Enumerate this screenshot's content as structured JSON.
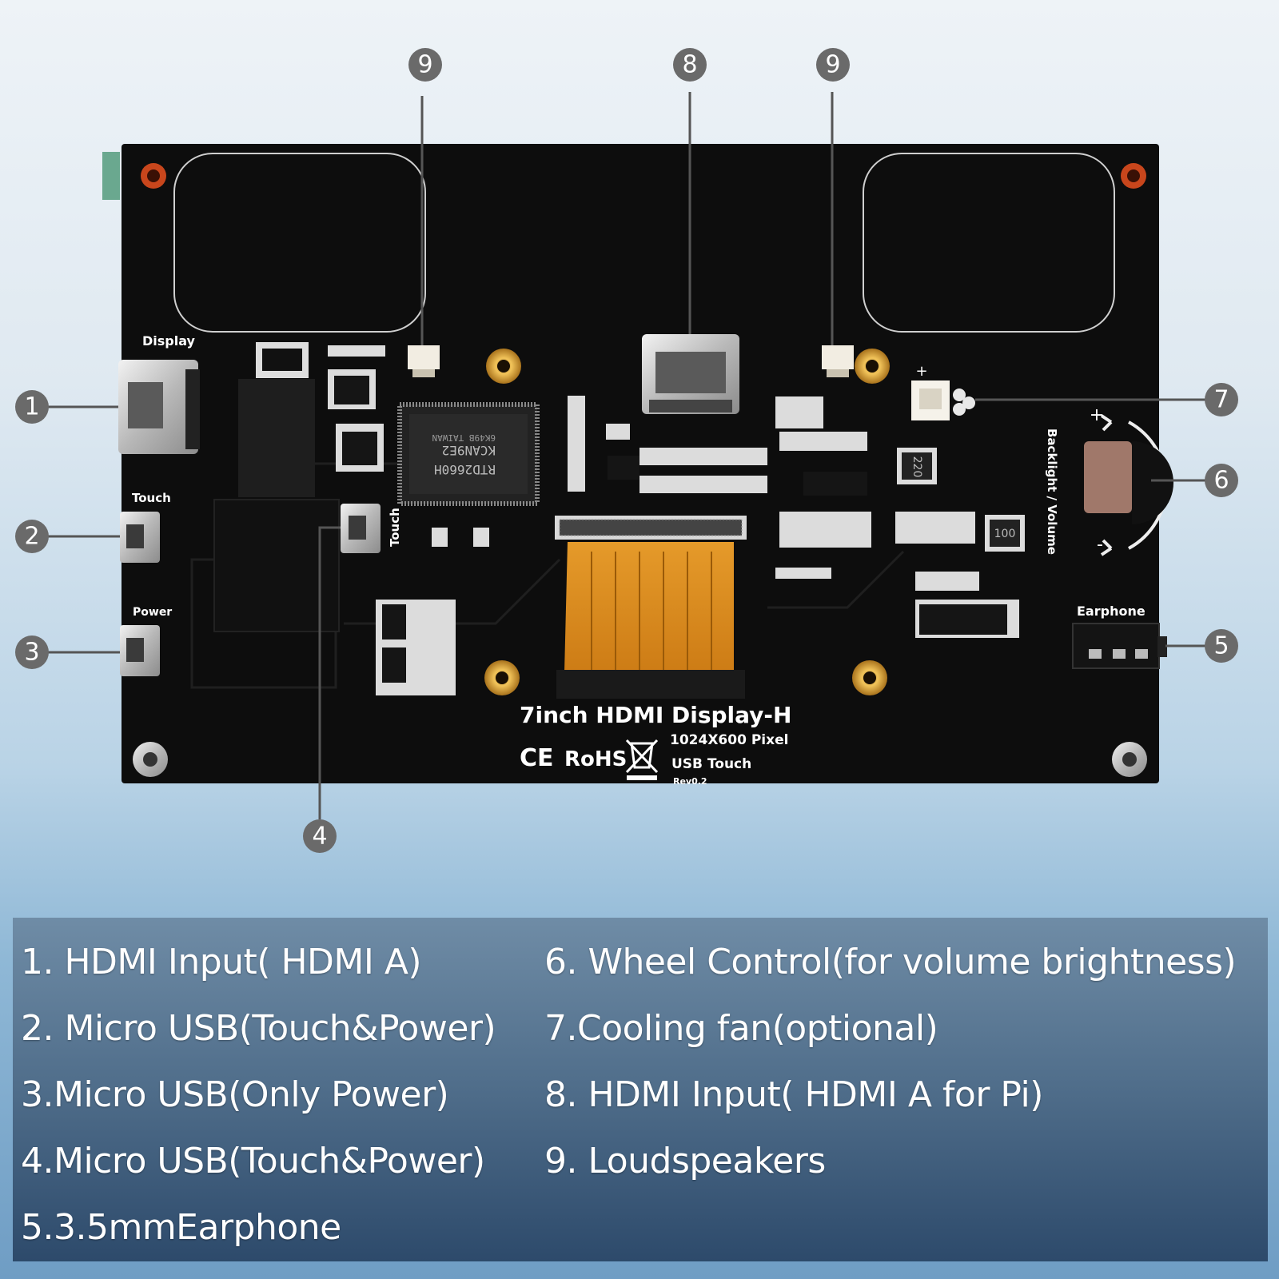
{
  "callouts": [
    "1",
    "2",
    "3",
    "4",
    "5",
    "6",
    "7",
    "8",
    "9"
  ],
  "board": {
    "label_display": "Display",
    "label_touch_left": "Touch",
    "label_power": "Power",
    "label_touch_port": "Touch",
    "label_backlight": "Backlight / Volume",
    "label_earphone": "Earphone",
    "chip_text_1": "RTD2660H",
    "chip_text_2": "KCAN9E2",
    "chip_text_3": "6K49B TAIWAN",
    "inductor_1": "220",
    "inductor_2": "100",
    "product_title": "7inch HDMI Display-H",
    "resolution": "1024X600 Pixel",
    "touch_type": "USB Touch",
    "revision": "Rev0.2",
    "ce_mark": "CE",
    "rohs_mark": "RoHS",
    "plus_sign": "+",
    "minus_sign": "-"
  },
  "legend": {
    "items": [
      "1. HDMI Input( HDMI A)",
      "2. Micro USB(Touch&Power)",
      "3.Micro USB(Only Power)",
      "4.Micro USB(Touch&Power)",
      "5.3.5mmEarphone",
      "6. Wheel Control(for volume brightness)",
      "7.Cooling fan(optional)",
      "8. HDMI Input( HDMI A for Pi)",
      "9.  Loudspeakers"
    ]
  }
}
